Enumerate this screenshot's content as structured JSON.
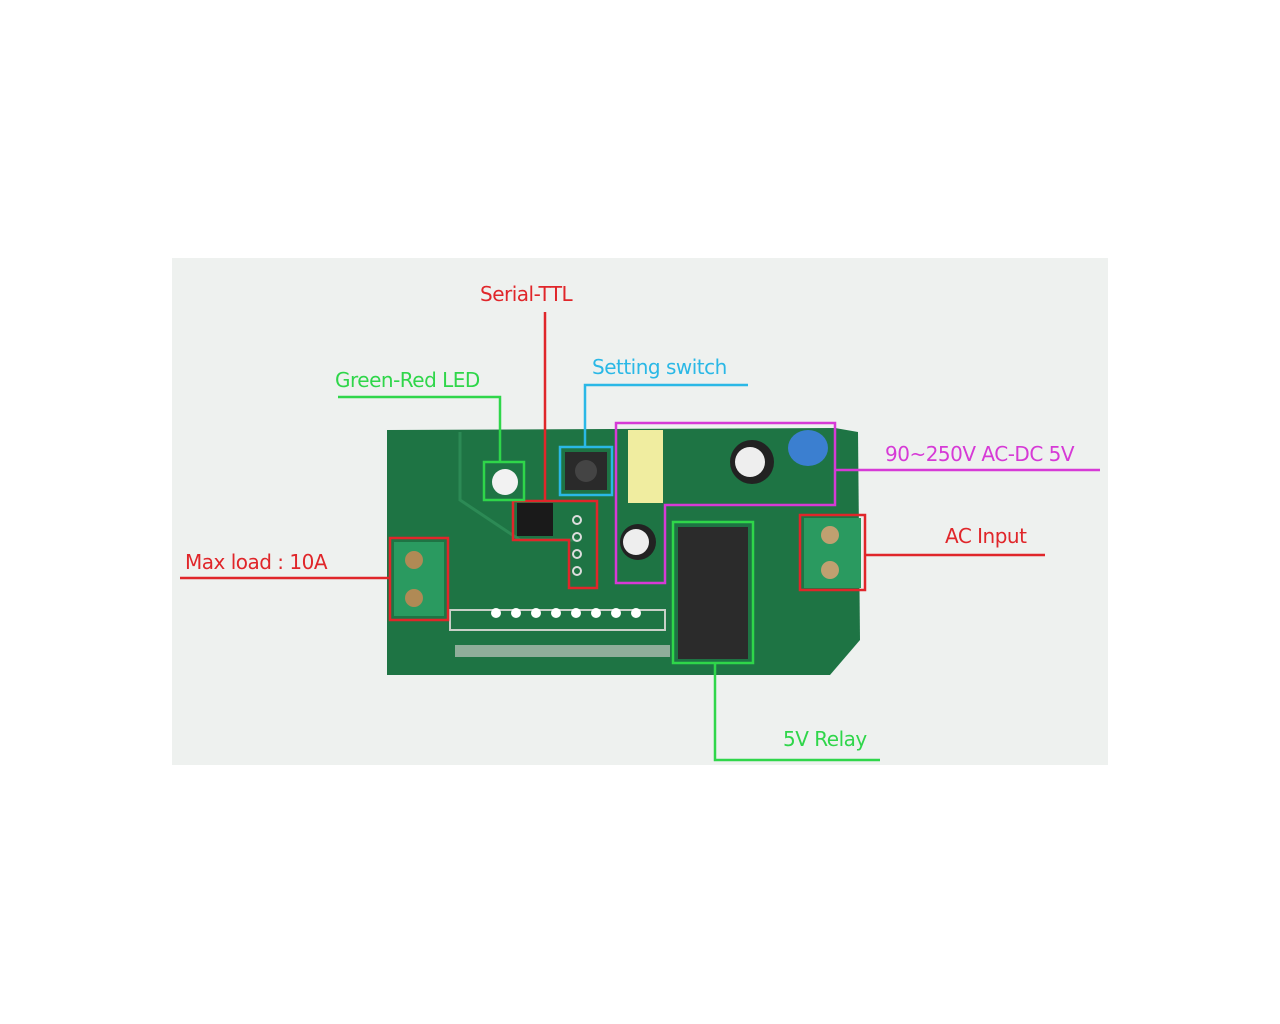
{
  "labels": {
    "serial_ttl": "Serial-TTL",
    "green_red_led": "Green-Red LED",
    "setting_switch": "Setting switch",
    "power_supply": "90~250V AC-DC 5V",
    "ac_input": "AC Input",
    "max_load": "Max load : 10A",
    "relay": "5V Relay"
  },
  "colors": {
    "red": "#e0262a",
    "green": "#2fd64a",
    "cyan": "#2ab8e6",
    "magenta": "#d63ad6",
    "pcb": "#1e7444"
  }
}
